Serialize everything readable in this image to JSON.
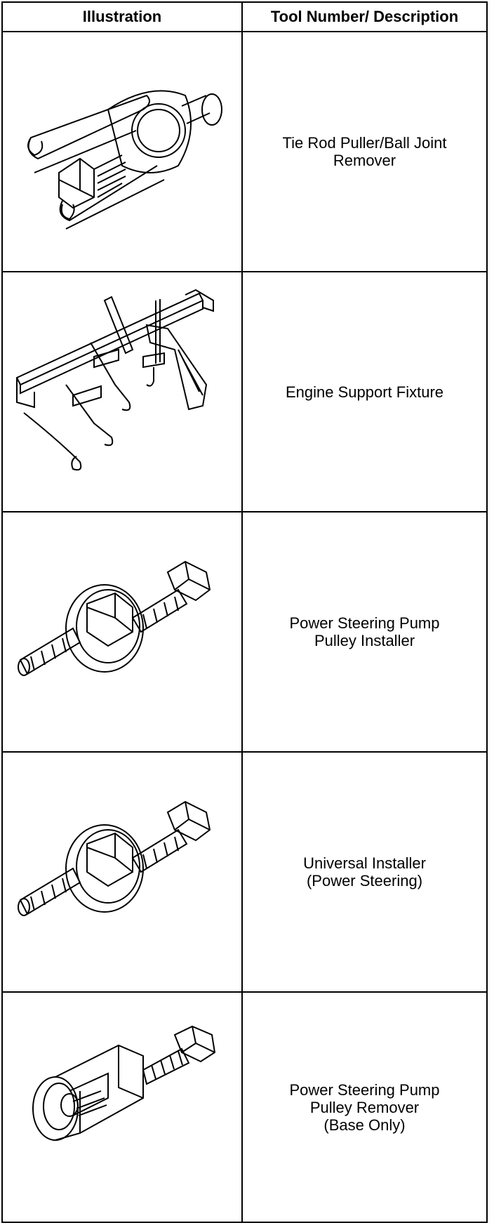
{
  "table": {
    "headers": {
      "illustration": "Illustration",
      "description": "Tool Number/ Description"
    },
    "rows": [
      {
        "illustration_icon": "tie-rod-puller-icon",
        "description_lines": [
          "Tie Rod Puller/Ball Joint",
          "Remover"
        ]
      },
      {
        "illustration_icon": "engine-support-fixture-icon",
        "description_lines": [
          "Engine Support Fixture"
        ]
      },
      {
        "illustration_icon": "pulley-installer-icon",
        "description_lines": [
          "Power Steering Pump",
          "Pulley Installer"
        ]
      },
      {
        "illustration_icon": "universal-installer-icon",
        "description_lines": [
          "Universal Installer",
          "(Power Steering)"
        ]
      },
      {
        "illustration_icon": "pulley-remover-icon",
        "description_lines": [
          "Power Steering Pump",
          "Pulley Remover",
          "(Base Only)"
        ]
      }
    ]
  }
}
